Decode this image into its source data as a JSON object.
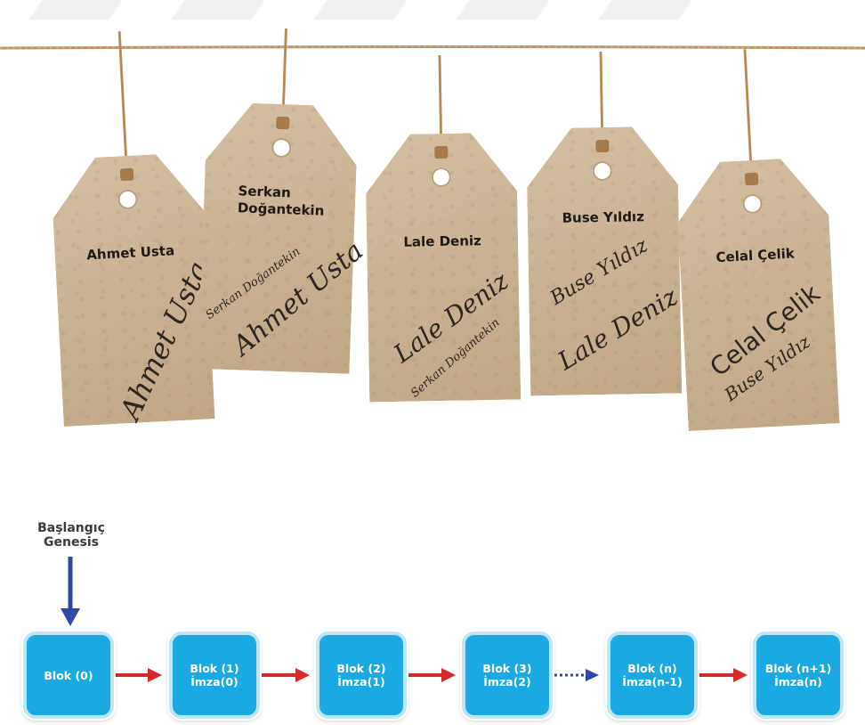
{
  "tags": [
    {
      "name": "Ahmet Usta",
      "signatures": [
        "Ahmet Usta"
      ]
    },
    {
      "name": "Serkan\nDoğantekin",
      "signatures": [
        "Serkan Doğantekin",
        "Ahmet Usta"
      ]
    },
    {
      "name": "Lale Deniz",
      "signatures": [
        "Lale Deniz",
        "Serkan Doğantekin"
      ]
    },
    {
      "name": "Buse Yıldız",
      "signatures": [
        "Buse Yıldız",
        "Lale Deniz"
      ]
    },
    {
      "name": "Celal Çelik",
      "signatures": [
        "Celal Çelik",
        "Buse Yıldız"
      ]
    }
  ],
  "start_label": [
    "Başlangıç",
    "Genesis"
  ],
  "blocks": [
    {
      "line1": "Blok (0)",
      "line2": ""
    },
    {
      "line1": "Blok (1)",
      "line2": "İmza(0)"
    },
    {
      "line1": "Blok (2)",
      "line2": "İmza(1)"
    },
    {
      "line1": "Blok (3)",
      "line2": "İmza(2)"
    },
    {
      "line1": "Blok (n)",
      "line2": "İmza(n-1)"
    },
    {
      "line1": "Blok (n+1)",
      "line2": "İmza(n)"
    }
  ],
  "connectors": [
    "solid",
    "solid",
    "solid",
    "dotted",
    "solid"
  ],
  "colors": {
    "block_fill": "#1aa9e2",
    "arrow_red": "#d42a2a",
    "arrow_blue": "#2e4aa6",
    "twine": "#b8916a"
  }
}
